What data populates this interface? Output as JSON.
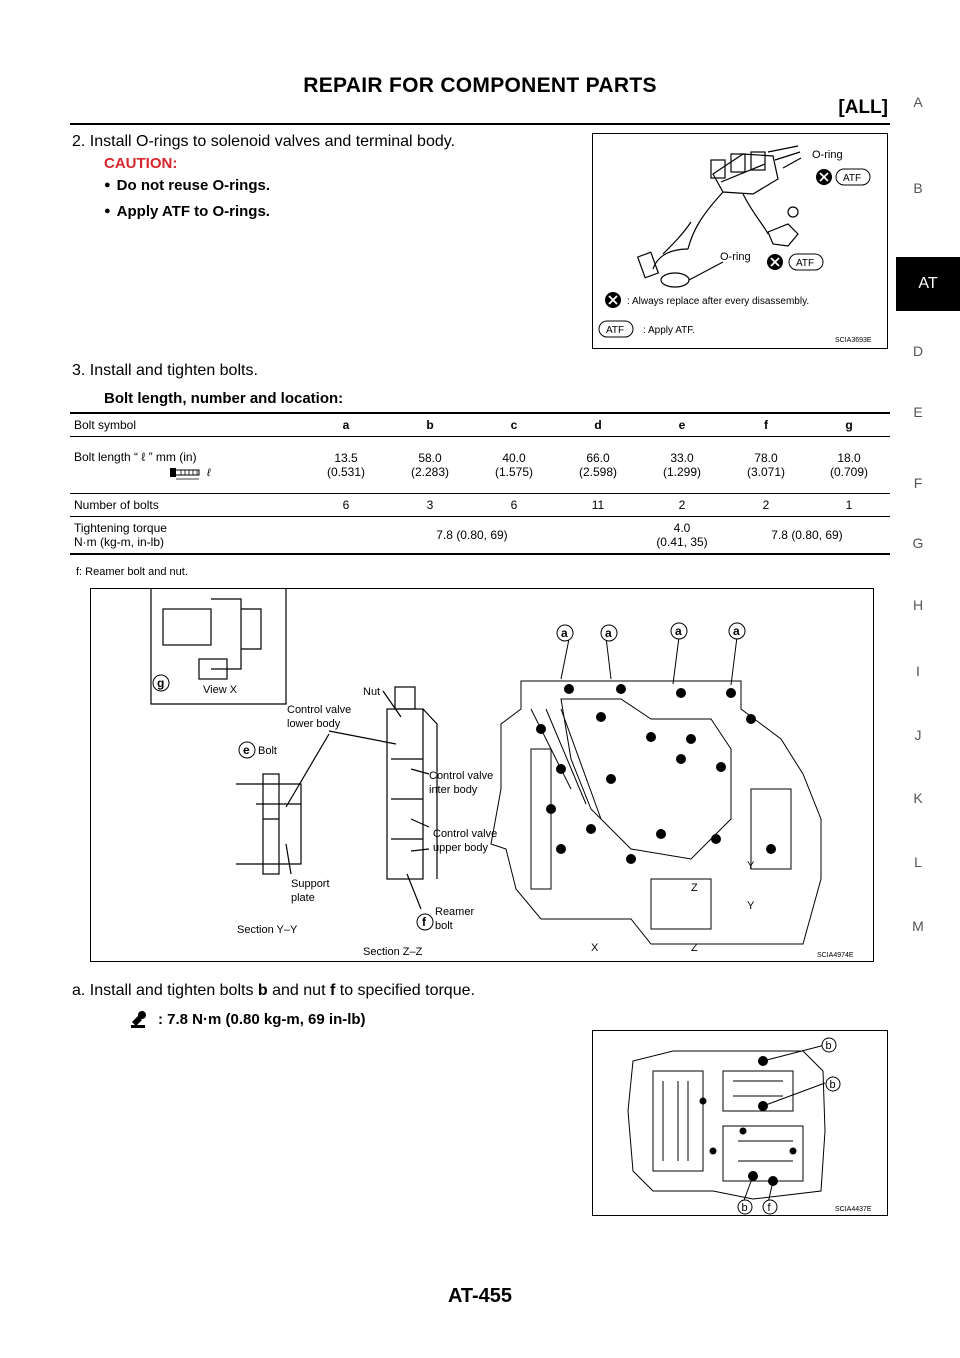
{
  "header": {
    "title": "REPAIR FOR COMPONENT PARTS",
    "subtitle": "[ALL]"
  },
  "side_index": [
    "A",
    "B",
    "AT",
    "D",
    "E",
    "F",
    "G",
    "H",
    "I",
    "J",
    "K",
    "L",
    "M"
  ],
  "side_index_active": "AT",
  "step2": {
    "text": "2.  Install O-rings to solenoid valves and terminal body.",
    "caution_label": "CAUTION:",
    "bullets": [
      "Do not reuse O-rings.",
      "Apply ATF to O-rings."
    ]
  },
  "figure1": {
    "oring_top": "O-ring",
    "oring_bottom": "O-ring",
    "atf": "ATF",
    "legend_replace": ": Always replace after every disassembly.",
    "legend_apply": ": Apply ATF.",
    "code": "SCIA3693E"
  },
  "step3": {
    "text": "3.  Install and tighten bolts.",
    "table_heading": "Bolt length, number and location:"
  },
  "table": {
    "symbol_label": "Bolt symbol",
    "symbols": [
      "a",
      "b",
      "c",
      "d",
      "e",
      "f",
      "g"
    ],
    "length_label": "Bolt length “ ℓ ”   mm (in)",
    "length_icon_letter": "ℓ",
    "lengths_mm": [
      "13.5",
      "58.0",
      "40.0",
      "66.0",
      "33.0",
      "78.0",
      "18.0"
    ],
    "lengths_in": [
      "(0.531)",
      "(2.283)",
      "(1.575)",
      "(2.598)",
      "(1.299)",
      "(3.071)",
      "(0.709)"
    ],
    "count_label": "Number of bolts",
    "counts": [
      "6",
      "3",
      "6",
      "11",
      "2",
      "2",
      "1"
    ],
    "torque_label_1": "Tightening torque",
    "torque_label_2": "N·m (kg-m, in-lb)",
    "torque_abcd": "7.8 (0.80, 69)",
    "torque_e_1": "4.0",
    "torque_e_2": "(0.41, 35)",
    "torque_fg": "7.8 (0.80, 69)",
    "footnote": "f: Reamer bolt and nut."
  },
  "figure2": {
    "view_x": "View  X",
    "nut": "Nut",
    "cv_lower_1": "Control valve",
    "cv_lower_2": "lower body",
    "cv_inter_1": "Control valve",
    "cv_inter_2": "inter body",
    "cv_upper_1": "Control valve",
    "cv_upper_2": "upper body",
    "bolt": "Bolt",
    "support_1": "Support",
    "support_2": "plate",
    "section_yy": "Section  Y–Y",
    "section_zz": "Section  Z–Z",
    "reamer_1": "Reamer",
    "reamer_2": "bolt",
    "mark_a": "a",
    "mark_e": "e",
    "mark_f": "f",
    "mark_g": "g",
    "x": "X",
    "y": "Y",
    "z": "Z",
    "code": "SCIA4974E"
  },
  "step_a": {
    "text_prefix": "a.  Install and tighten bolts ",
    "bolt_b": "b",
    "text_mid": "  and nut ",
    "nut_f": "f",
    "text_suffix": "  to specified torque.",
    "torque": ": 7.8 N·m (0.80 kg-m, 69 in-lb)"
  },
  "figure3": {
    "mark_b": "b",
    "mark_f": "f",
    "code": "SCIA4437E"
  },
  "page_number": "AT-455"
}
